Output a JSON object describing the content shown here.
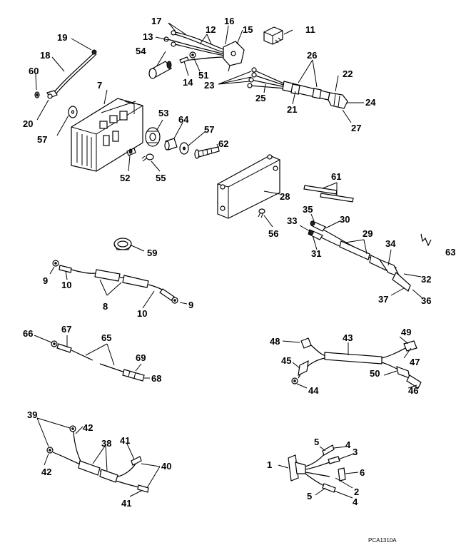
{
  "diagram": {
    "reference_code": "PCA1310A",
    "callouts": [
      {
        "id": "c19",
        "label": "19"
      },
      {
        "id": "c18",
        "label": "18"
      },
      {
        "id": "c60",
        "label": "60"
      },
      {
        "id": "c20",
        "label": "20"
      },
      {
        "id": "c57a",
        "label": "57"
      },
      {
        "id": "c7",
        "label": "7"
      },
      {
        "id": "c17",
        "label": "17"
      },
      {
        "id": "c13",
        "label": "13"
      },
      {
        "id": "c12",
        "label": "12"
      },
      {
        "id": "c16",
        "label": "16"
      },
      {
        "id": "c15",
        "label": "15"
      },
      {
        "id": "c11",
        "label": "11"
      },
      {
        "id": "c54",
        "label": "54"
      },
      {
        "id": "c14",
        "label": "14"
      },
      {
        "id": "c51",
        "label": "51"
      },
      {
        "id": "c26",
        "label": "26"
      },
      {
        "id": "c22",
        "label": "22"
      },
      {
        "id": "c23",
        "label": "23"
      },
      {
        "id": "c25",
        "label": "25"
      },
      {
        "id": "c21",
        "label": "21"
      },
      {
        "id": "c24",
        "label": "24"
      },
      {
        "id": "c27",
        "label": "27"
      },
      {
        "id": "c53",
        "label": "53"
      },
      {
        "id": "c64",
        "label": "64"
      },
      {
        "id": "c57b",
        "label": "57"
      },
      {
        "id": "c62",
        "label": "62"
      },
      {
        "id": "c52",
        "label": "52"
      },
      {
        "id": "c55",
        "label": "55"
      },
      {
        "id": "c61",
        "label": "61"
      },
      {
        "id": "c28",
        "label": "28"
      },
      {
        "id": "c56",
        "label": "56"
      },
      {
        "id": "c35",
        "label": "35"
      },
      {
        "id": "c30",
        "label": "30"
      },
      {
        "id": "c33",
        "label": "33"
      },
      {
        "id": "c29",
        "label": "29"
      },
      {
        "id": "c63",
        "label": "63"
      },
      {
        "id": "c34",
        "label": "34"
      },
      {
        "id": "c31",
        "label": "31"
      },
      {
        "id": "c32",
        "label": "32"
      },
      {
        "id": "c37",
        "label": "37"
      },
      {
        "id": "c36",
        "label": "36"
      },
      {
        "id": "c59",
        "label": "59"
      },
      {
        "id": "c9a",
        "label": "9"
      },
      {
        "id": "c10a",
        "label": "10"
      },
      {
        "id": "c8",
        "label": "8"
      },
      {
        "id": "c10b",
        "label": "10"
      },
      {
        "id": "c9b",
        "label": "9"
      },
      {
        "id": "c66",
        "label": "66"
      },
      {
        "id": "c67",
        "label": "67"
      },
      {
        "id": "c65",
        "label": "65"
      },
      {
        "id": "c69",
        "label": "69"
      },
      {
        "id": "c68",
        "label": "68"
      },
      {
        "id": "c48",
        "label": "48"
      },
      {
        "id": "c43",
        "label": "43"
      },
      {
        "id": "c49",
        "label": "49"
      },
      {
        "id": "c45",
        "label": "45"
      },
      {
        "id": "c47",
        "label": "47"
      },
      {
        "id": "c50",
        "label": "50"
      },
      {
        "id": "c44",
        "label": "44"
      },
      {
        "id": "c46",
        "label": "46"
      },
      {
        "id": "c39",
        "label": "39"
      },
      {
        "id": "c42a",
        "label": "42"
      },
      {
        "id": "c38",
        "label": "38"
      },
      {
        "id": "c41a",
        "label": "41"
      },
      {
        "id": "c40",
        "label": "40"
      },
      {
        "id": "c42b",
        "label": "42"
      },
      {
        "id": "c41b",
        "label": "41"
      },
      {
        "id": "c5a",
        "label": "5"
      },
      {
        "id": "c4a",
        "label": "4"
      },
      {
        "id": "c3",
        "label": "3"
      },
      {
        "id": "c1",
        "label": "1"
      },
      {
        "id": "c6",
        "label": "6"
      },
      {
        "id": "c2",
        "label": "2"
      },
      {
        "id": "c5b",
        "label": "5"
      },
      {
        "id": "c4b",
        "label": "4"
      }
    ]
  }
}
